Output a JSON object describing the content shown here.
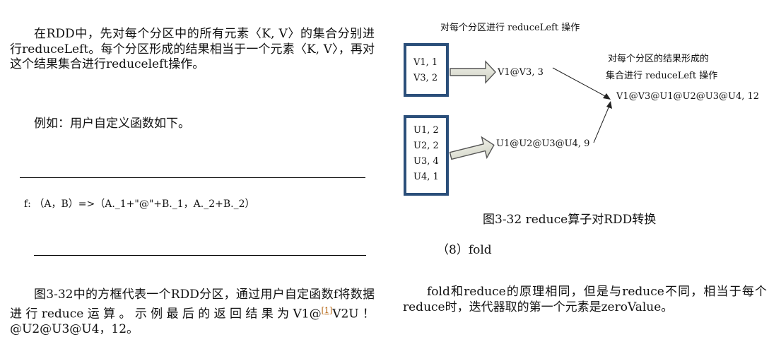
{
  "left": {
    "para1": "在RDD中，先对每个分区中的所有元素〈K, V〉的集合分别进行reduceLeft。每个分区形成的结果相当于一个元素〈K, V〉，再对这个结果集合进行reduceleft操作。",
    "para2": "例如：用户自定义函数如下。",
    "formula": "f: （A，B）=>（A._1+\"@\"+B._1，A._2+B._2）",
    "para3_a": "图3-32中的方框代表一个RDD分区，通过用户自定函数f将数据进行reduce运算。示例最后的返回结果为V1@",
    "para3_ref": "[1]",
    "para3_b": "V2U！@U2@U3@U4，12。"
  },
  "figure": {
    "top_label": "对每个分区进行 reduceLeft 操作",
    "box1_lines": [
      "V1, 1",
      "V3, 2"
    ],
    "box2_lines": [
      "U1, 2",
      "U2, 2",
      "U3, 4",
      "U4, 1"
    ],
    "result1": "V1@V3, 3",
    "result2": "U1@U2@U3@U4, 9",
    "right_label_line1": "对每个分区的结果形成的",
    "right_label_line2": "集合进行 reduceLeft 操作",
    "final_result": "V1@V3@U1@U2@U3@U4, 12",
    "caption": "图3-32  reduce算子对RDD转换"
  },
  "right": {
    "section_heading": "（8）fold",
    "para": "fold和reduce的原理相同，但是与reduce不同，相当于每个reduce时，迭代器取的第一个元素是zeroValue。"
  }
}
